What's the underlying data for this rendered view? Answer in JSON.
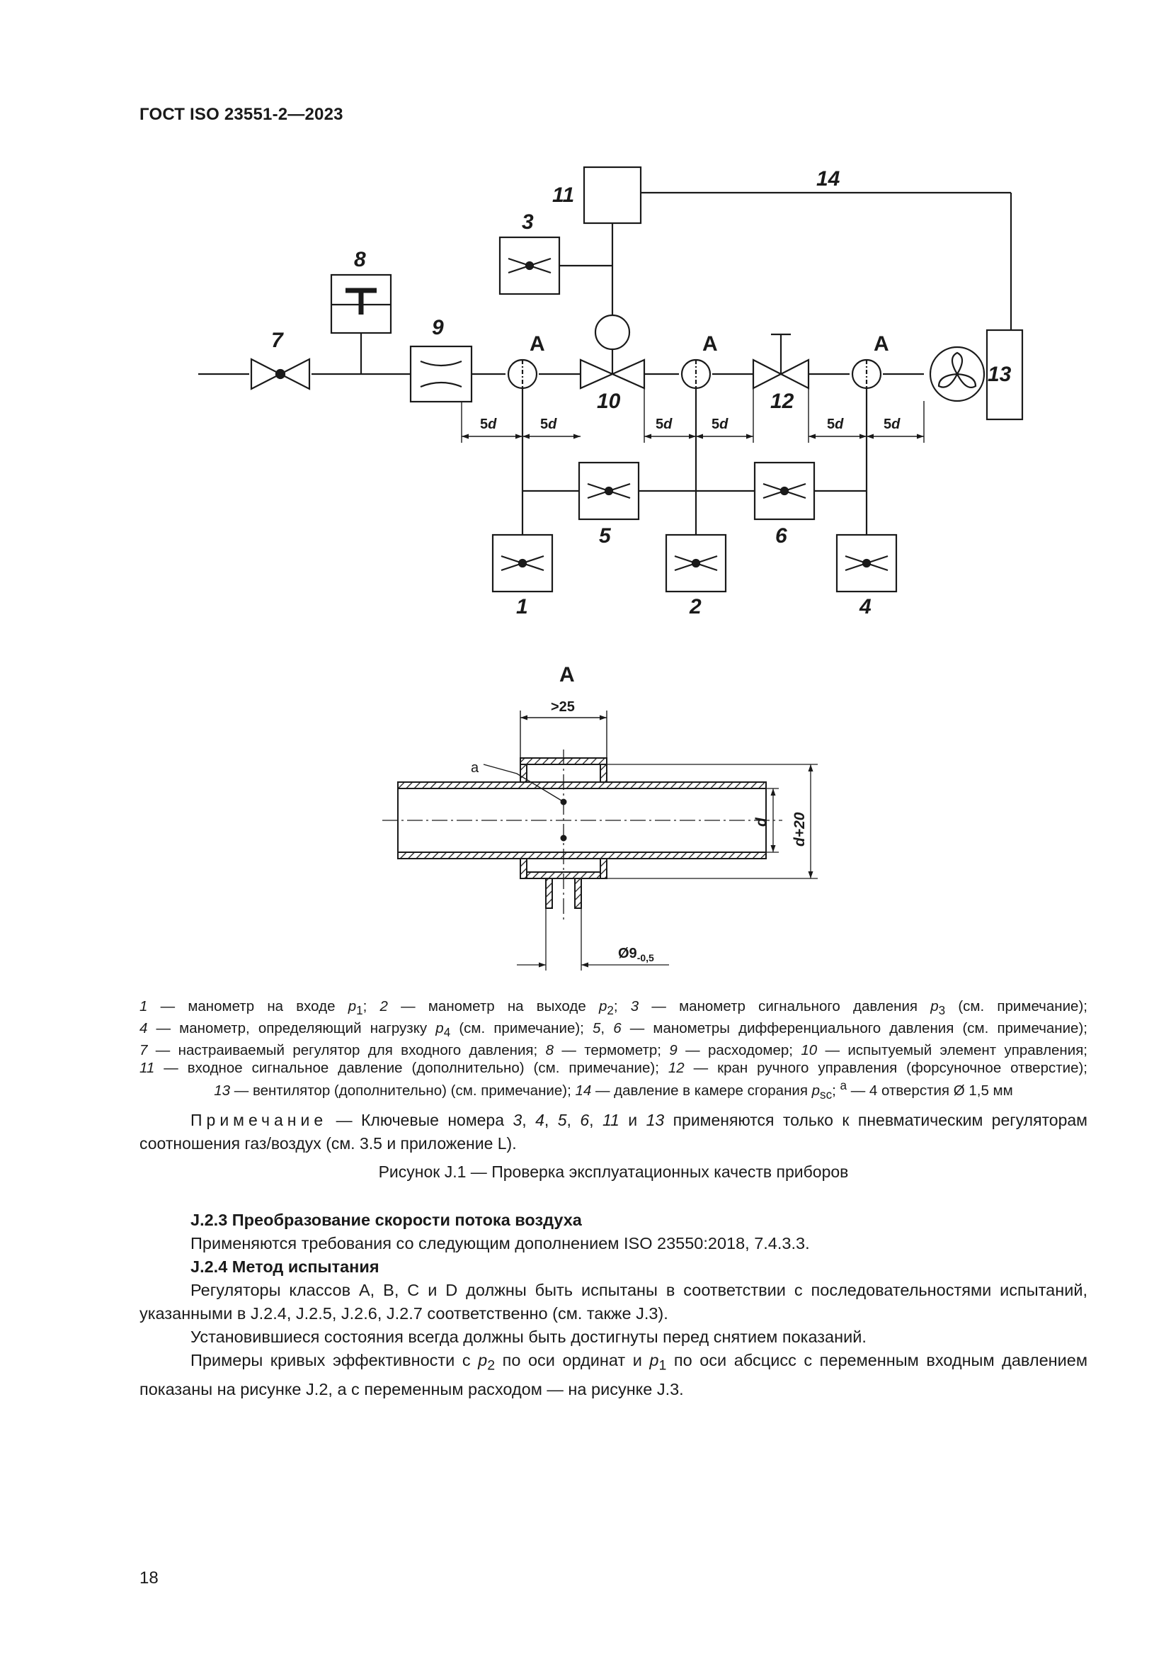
{
  "header": {
    "doc_id": "ГОСТ ISO 23551-2—2023"
  },
  "diagram": {
    "labels": {
      "n1": "1",
      "n2": "2",
      "n3": "3",
      "n4": "4",
      "n5": "5",
      "n6": "6",
      "n7": "7",
      "n8": "8",
      "n9": "9",
      "n10": "10",
      "n11": "11",
      "n12": "12",
      "n13": "13",
      "n14": "14",
      "tap_a": "A"
    },
    "dimensions": {
      "five_d": "5d",
      "five": "5",
      "d": "d"
    }
  },
  "section_a": {
    "title": "A",
    "width": ">25",
    "inner": "d",
    "outer": "d+20",
    "hole_label": "a",
    "bore": "Ø9",
    "bore_tol": "-0,5"
  },
  "legend": {
    "line1": [
      "1",
      " — манометр на входе ",
      "p",
      "1",
      "; ",
      "2",
      " — манометр на выходе ",
      "p",
      "2",
      "; ",
      "3",
      " — манометр сигнального давления ",
      "p",
      "3",
      " (см. примечание);"
    ],
    "line2": [
      "4",
      " — манометр, определяющий нагрузку ",
      "p",
      "4",
      " (см. примечание); ",
      "5",
      ", ",
      "6",
      " — манометры дифференциального давления (см. примечание);"
    ],
    "line3": [
      "7",
      " — настраиваемый регулятор для входного давления; ",
      "8",
      " — термометр; ",
      "9",
      " — расходомер; ",
      "10",
      " — испытуемый элемент управления;"
    ],
    "line4": [
      "11",
      " — входное сигнальное давление (дополнительно) (см. примечание); ",
      "12",
      " — кран ручного управления (форсуночное отверстие);"
    ],
    "line5": [
      "13",
      " — вентилятор (дополнительно) (см. примечание); ",
      "14",
      " — давление в камере сгорания ",
      "p",
      "sc",
      "; ",
      "a",
      " — 4 отверстия Ø 1,5 мм"
    ]
  },
  "note": {
    "label": "Примечание",
    "t1": " — Ключевые номера ",
    "k1": "3",
    "s1": ", ",
    "k2": "4",
    "s2": ", ",
    "k3": "5",
    "s3": ", ",
    "k4": "6",
    "s4": ", ",
    "k5": "11",
    "s5": " и ",
    "k6": "13",
    "t2": " применяются только к пневматическим регуляторам соотношения газ/воздух (см. 3.5 и приложение L)."
  },
  "figure_caption": "Рисунок J.1 — Проверка эксплуатационных качеств приборов",
  "sections": {
    "j23_title": "J.2.3 Преобразование скорости потока воздуха",
    "j23_text": "Применяются требования со следующим дополнением ISO 23550:2018, 7.4.3.3.",
    "j24_title": "J.2.4 Метод испытания",
    "p1": "Регуляторы классов A, B, C и D должны быть испытаны в соответствии с последовательностями испытаний, указанными в J.2.4, J.2.5, J.2.6, J.2.7 соответственно (см. также J.3).",
    "p2": "Установившиеся состояния всегда должны быть достигнуты перед снятием показаний.",
    "p3_a": "Примеры кривых эффективности с ",
    "p3_p": "p",
    "p3_sub2": "2",
    "p3_b": " по оси ординат и ",
    "p3_sub1": "1",
    "p3_c": " по оси абсцисс с переменным входным давлением показаны на рисунке J.2, а с переменным расходом — на рисунке J.3."
  },
  "page_number": "18"
}
